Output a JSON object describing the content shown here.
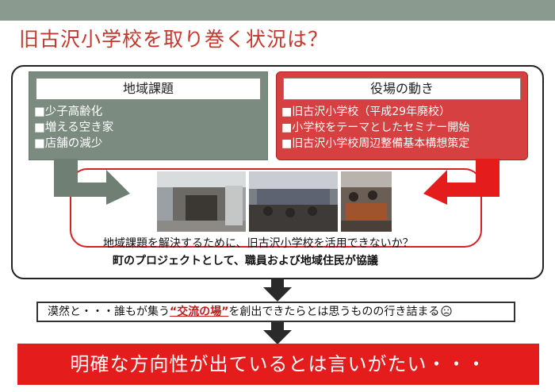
{
  "title": "旧古沢小学校を取り巻く状況は？",
  "left_panel": {
    "header": "地域課題",
    "items": [
      "■少子高齢化",
      "■増える空き家",
      "■店舗の減少"
    ]
  },
  "right_panel": {
    "header": "役場の動き",
    "items": [
      "■旧古沢小学校（平成29年廃校）",
      "■小学校をテーマとしたセミナー開始",
      "■旧古沢小学校周辺整備基本構想策定"
    ]
  },
  "photos": [
    "school-building-photo",
    "meeting-room-photo",
    "workshop-photo"
  ],
  "question_line": "地域課題を解決するために、旧古沢小学校を活用できないか？",
  "discussion_line": "町のプロジェクトとして、職員および地域住民が協議",
  "banner1": {
    "prefix": "漠然と・・・誰もが集う",
    "highlight": "“交流の場”",
    "suffix": "を創出できたらとは思うものの行き詰まる"
  },
  "banner2": "明確な方向性が出ているとは言いがたい・・・",
  "colors": {
    "accent_red": "#e51c1c",
    "panel_gray": "#7b8b80",
    "title_red": "#c8372c"
  }
}
